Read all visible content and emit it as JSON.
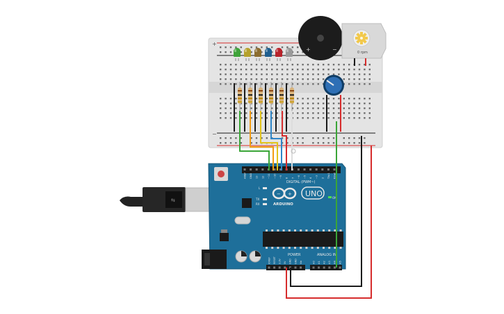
{
  "circuit": {
    "breadboard": {
      "plus_sign": "+",
      "minus_sign": "−",
      "leds": [
        {
          "color": "#3fa33a"
        },
        {
          "color": "#b5a12b"
        },
        {
          "color": "#8c6d2f"
        },
        {
          "color": "#1f5f8f"
        },
        {
          "color": "#b8232b"
        },
        {
          "color": "#9a9a9a"
        }
      ]
    },
    "buzzer": {
      "plus_label": "+",
      "minus_label": "−"
    },
    "motor": {
      "rpm_label": "0 rpm",
      "gear_color": "#f2c94c"
    },
    "arduino": {
      "board_color": "#1e6f9a",
      "logo_text": "ARDUINO",
      "model_text": "UNO",
      "on_label": "ON",
      "digital_header_label": "DIGITAL (PWM~)",
      "analog_header_label": "ANALOG IN",
      "power_header_label": "POWER",
      "digital_pins": [
        "AREF",
        "GND",
        "13",
        "12",
        "~11",
        "~10",
        "~9",
        "8",
        "7",
        "~6",
        "~5",
        "4",
        "~3",
        "2",
        "TX▸1",
        "RX◂0"
      ],
      "power_pins": [
        "IOREF",
        "RESET",
        "3.3V",
        "5V",
        "GND",
        "GND",
        "Vin"
      ],
      "analog_pins": [
        "A0",
        "A1",
        "A2",
        "A3",
        "A4",
        "A5"
      ],
      "led_labels": [
        "L",
        "TX",
        "RX"
      ]
    },
    "wire_colors": {
      "green": "#3aa537",
      "orange": "#f39c12",
      "yellow": "#e2c31a",
      "blue": "#2f86c8",
      "red": "#d62c2c",
      "white": "#dddddd",
      "black": "#1a1a1a"
    }
  }
}
